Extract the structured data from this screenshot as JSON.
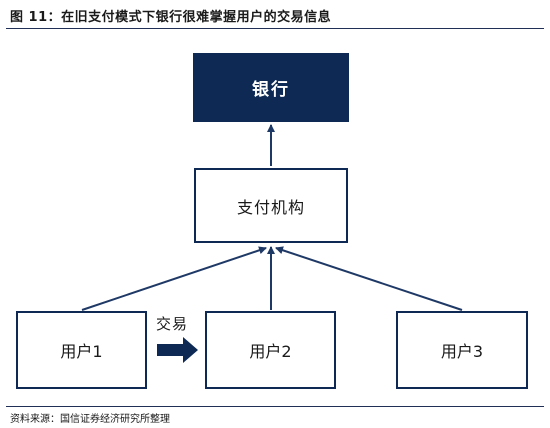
{
  "figure": {
    "title": "图  11：在旧支付模式下银行很难掌握用户的交易信息",
    "source": "资料来源：国信证券经济研究所整理"
  },
  "diagram": {
    "nodes": {
      "bank": "银行",
      "payment_institution": "支付机构",
      "user1": "用户1",
      "user2": "用户2",
      "user3": "用户3"
    },
    "edges": [
      {
        "from": "payment_institution",
        "to": "bank"
      },
      {
        "from": "user1",
        "to": "payment_institution"
      },
      {
        "from": "user2",
        "to": "payment_institution"
      },
      {
        "from": "user3",
        "to": "payment_institution"
      },
      {
        "from": "user1",
        "to": "user2",
        "label": "交易"
      }
    ],
    "colors": {
      "primary": "#0e2a54",
      "text": "#1a1a1a",
      "background": "#ffffff"
    }
  }
}
